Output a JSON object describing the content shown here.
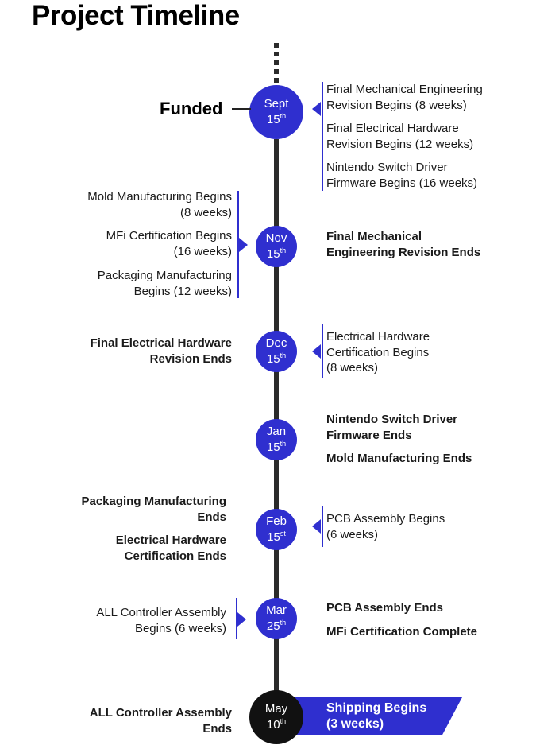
{
  "title": "Project Timeline",
  "nodes": [
    {
      "month": "Sept",
      "day": "15",
      "suffix": "th"
    },
    {
      "month": "Nov",
      "day": "15",
      "suffix": "th"
    },
    {
      "month": "Dec",
      "day": "15",
      "suffix": "th"
    },
    {
      "month": "Jan",
      "day": "15",
      "suffix": "th"
    },
    {
      "month": "Feb",
      "day": "15",
      "suffix": "st"
    },
    {
      "month": "Mar",
      "day": "25",
      "suffix": "th"
    },
    {
      "month": "May",
      "day": "10",
      "suffix": "th"
    }
  ],
  "funded_label": "Funded",
  "sept_right": [
    [
      "Final Mechanical Engineering",
      "Revision Begins (8 weeks)"
    ],
    [
      "Final Electrical Hardware",
      "Revision Begins (12 weeks)"
    ],
    [
      "Nintendo Switch Driver",
      "Firmware Begins (16 weeks)"
    ]
  ],
  "nov_left": [
    [
      "Mold Manufacturing Begins",
      "(8 weeks)"
    ],
    [
      "MFi Certification Begins",
      "(16 weeks)"
    ],
    [
      "Packaging Manufacturing",
      "Begins (12 weeks)"
    ]
  ],
  "nov_right": [
    "Final Mechanical",
    "Engineering Revision Ends"
  ],
  "dec_left": [
    "Final Electrical Hardware",
    "Revision Ends"
  ],
  "dec_right": [
    "Electrical Hardware",
    "Certification Begins",
    "(8 weeks)"
  ],
  "jan_right": [
    [
      "Nintendo Switch Driver",
      "Firmware Ends"
    ],
    [
      "Mold Manufacturing Ends"
    ]
  ],
  "feb_left": [
    [
      "Packaging Manufacturing",
      "Ends"
    ],
    [
      "Electrical Hardware",
      "Certification Ends"
    ]
  ],
  "feb_right": [
    "PCB Assembly Begins",
    "(6 weeks)"
  ],
  "mar_left": [
    "ALL Controller Assembly",
    "Begins (6 weeks)"
  ],
  "mar_right": [
    [
      "PCB Assembly Ends"
    ],
    [
      "MFi Certification Complete"
    ]
  ],
  "may_left": [
    "ALL Controller Assembly",
    "Ends"
  ],
  "may_right": [
    "Shipping Begins",
    "(3 weeks)"
  ],
  "colors": {
    "accent": "#2f2fcf",
    "line": "#2b2b2b",
    "final_node": "#111111"
  }
}
